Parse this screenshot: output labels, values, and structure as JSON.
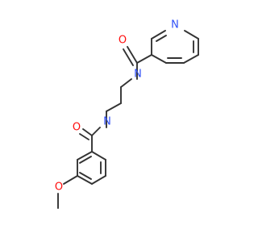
{
  "molecule": {
    "atoms": {
      "pyridine_n": {
        "text": "N",
        "color": "#3050f8"
      },
      "upper_carbonyl_o": {
        "text": "O",
        "color": "#ff0d0d"
      },
      "upper_amide_n": {
        "text": "N",
        "color": "#3050f8"
      },
      "lower_amide_n": {
        "text": "N",
        "color": "#3050f8"
      },
      "lower_carbonyl_o": {
        "text": "O",
        "color": "#ff0d0d"
      },
      "methoxy_o": {
        "text": "O",
        "color": "#ff0d0d"
      }
    },
    "bond_color": "#333333"
  }
}
